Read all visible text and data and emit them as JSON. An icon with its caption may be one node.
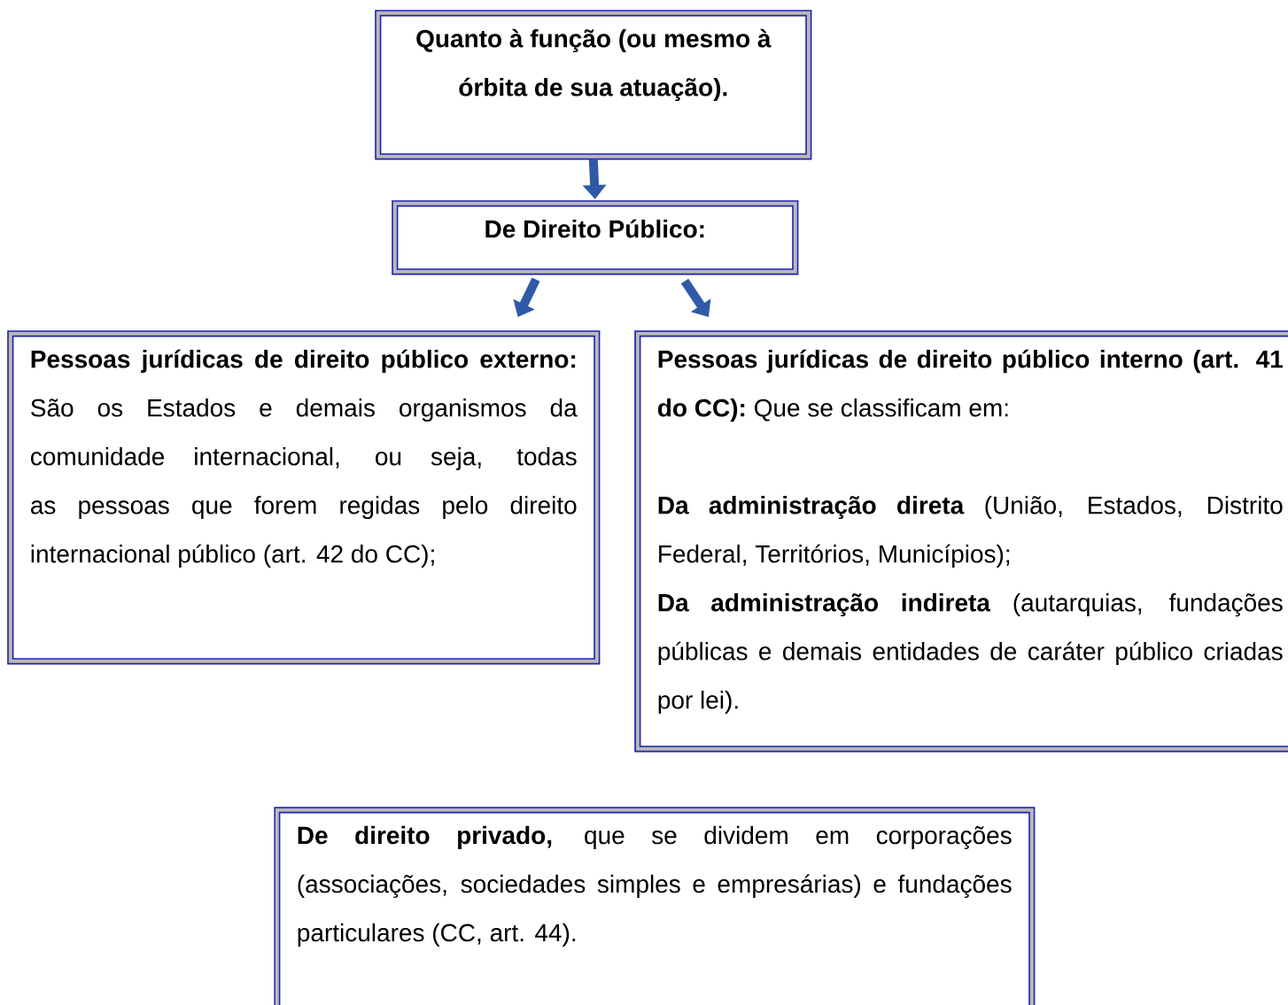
{
  "diagram": {
    "nodes": [
      {
        "text": [
          "Quanto à função (ou mesmo à órbita de sua atuação)."
        ]
      },
      {
        "text": [
          "De Direito Público:"
        ]
      },
      {
        "text": [
          "**Pessoas jurídicas de direito público externo:** São os Estados e demais organismos da comunidade internacional, ou seja, todas as pessoas que forem regidas pelo direito internacional público (art. 42 do CC);"
        ]
      },
      {
        "text": [
          "**Pessoas jurídicas de direito público interno (art. 41 do CC):** Que se classificam em:",
          "**Da administração direta** (União, Estados, Distrito Federal, Territórios, Municípios);",
          "**Da administração indireta** (autarquias, fundações públicas e demais entidades de caráter público criadas por lei)."
        ]
      },
      {
        "text": [
          "**De direito privado,** que se dividem em corporações (associações, sociedades simples e empresárias) e fundações particulares (CC, art. 44)."
        ]
      }
    ],
    "edges": [
      {
        "from": 0,
        "to": 1,
        "arrow": "to"
      },
      {
        "from": 1,
        "to": 2,
        "arrow": "to"
      },
      {
        "from": 1,
        "to": 3,
        "arrow": "to"
      }
    ]
  }
}
